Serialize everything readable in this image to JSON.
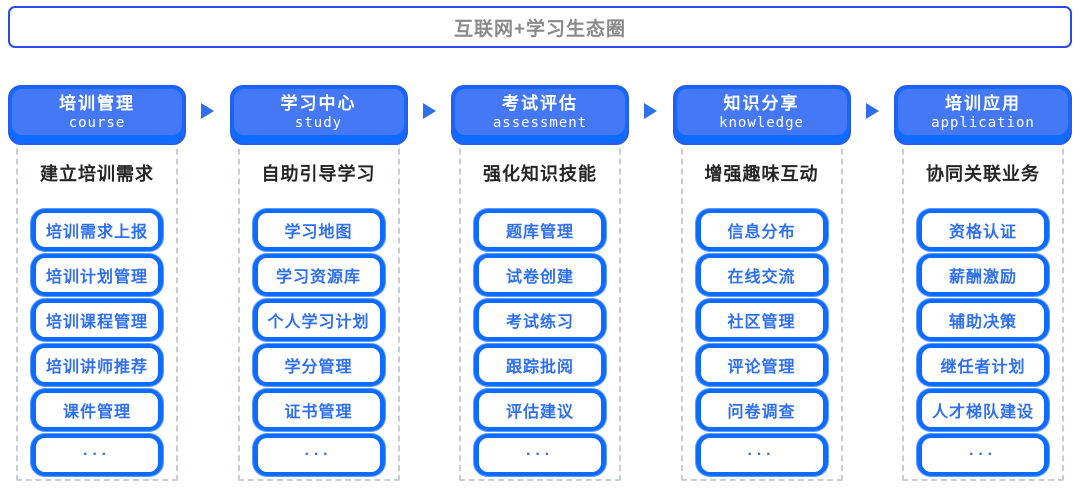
{
  "banner": {
    "title": "互联网+学习生态圈"
  },
  "colors": {
    "bg": "#FFFFFF",
    "banner-border": "#2B4BE8",
    "banner-text": "#8A8A8A",
    "blue-face": "#4478F6",
    "blue-bright": "#0D6CFF",
    "blue-edge": "#2B5BE8",
    "item-text": "#2F6FF2",
    "subtitle-text": "#262626",
    "dash": "#C8CCD6",
    "arrow": "#2E6FF0"
  },
  "arrow_icon": "right-triangle",
  "columns": [
    {
      "title_zh": "培训管理",
      "title_en": "course",
      "subtitle": "建立培训需求",
      "items": [
        "培训需求上报",
        "培训计划管理",
        "培训课程管理",
        "培训讲师推荐",
        "课件管理",
        "···"
      ]
    },
    {
      "title_zh": "学习中心",
      "title_en": "study",
      "subtitle": "自助引导学习",
      "items": [
        "学习地图",
        "学习资源库",
        "个人学习计划",
        "学分管理",
        "证书管理",
        "···"
      ]
    },
    {
      "title_zh": "考试评估",
      "title_en": "assessment",
      "subtitle": "强化知识技能",
      "items": [
        "题库管理",
        "试卷创建",
        "考试练习",
        "跟踪批阅",
        "评估建议",
        "···"
      ]
    },
    {
      "title_zh": "知识分享",
      "title_en": "knowledge",
      "subtitle": "增强趣味互动",
      "items": [
        "信息分布",
        "在线交流",
        "社区管理",
        "评论管理",
        "问卷调查",
        "···"
      ]
    },
    {
      "title_zh": "培训应用",
      "title_en": "application",
      "subtitle": "协同关联业务",
      "items": [
        "资格认证",
        "薪酬激励",
        "辅助决策",
        "继任者计划",
        "人才梯队建设",
        "···"
      ]
    }
  ]
}
